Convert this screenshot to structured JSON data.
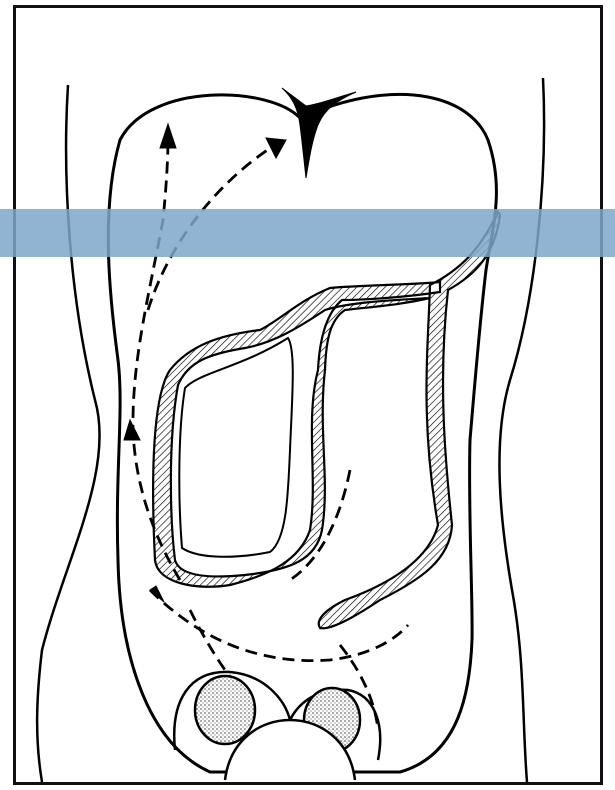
{
  "figure": {
    "subject": "abdominal-cavity-line-drawing",
    "elements": [
      "torso-outline",
      "peritoneal-cavity-outline",
      "falciform-ligament-notch",
      "omentum-loop-hatched",
      "small-bowel-loop-hatched",
      "dashed-flow-arrows",
      "pelvic-organs"
    ]
  },
  "colors": {
    "line": "#000000",
    "background": "#ffffff",
    "highlight": "#7fa7cb",
    "stipple": "#444444"
  },
  "highlight": {
    "description": "translucent-horizontal-band"
  }
}
